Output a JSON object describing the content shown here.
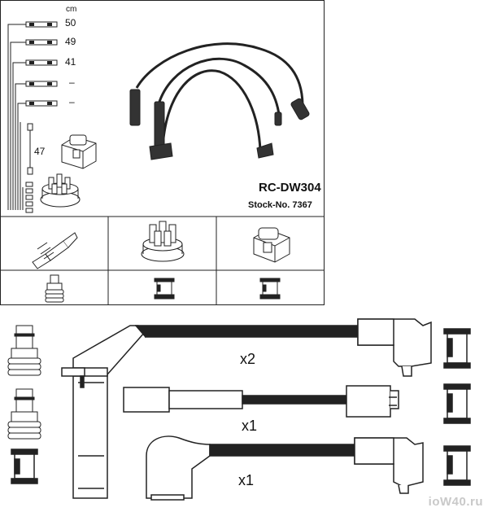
{
  "header": {
    "unit": "cm",
    "lengths": [
      "50",
      "49",
      "41",
      "–",
      "–",
      "47"
    ]
  },
  "product": {
    "code": "RC-DW304",
    "stock": "Stock-No. 7367"
  },
  "quantities": {
    "row1": "x2",
    "row2": "x1",
    "row3": "x1"
  },
  "watermark": "ioW40.ru"
}
